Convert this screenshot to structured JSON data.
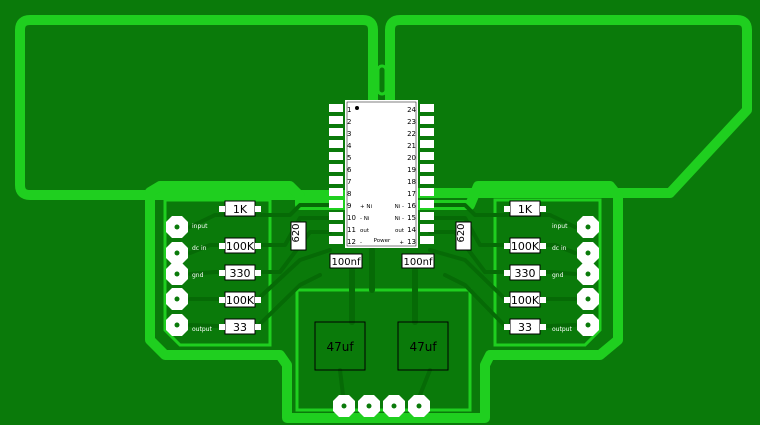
{
  "colors": {
    "board": "#0a7a0a",
    "copper": "#1fcf1f",
    "gap": "#066a06",
    "silk": "#ffffff",
    "ink": "#000000"
  },
  "chip": {
    "left_pins": [
      "1",
      "2",
      "3",
      "4",
      "5",
      "6",
      "7",
      "8",
      "9",
      "10",
      "11",
      "12"
    ],
    "right_pins": [
      "24",
      "23",
      "22",
      "21",
      "20",
      "19",
      "18",
      "17",
      "16",
      "15",
      "14",
      "13"
    ],
    "left_notes": {
      "9": "+ Ni",
      "10": "- Ni",
      "11": "out",
      "12": "-"
    },
    "right_notes": {
      "16": "Ni -",
      "15": "Ni -",
      "14": "out",
      "13": "+"
    },
    "power_label": "Power"
  },
  "left_resistors": [
    "1K",
    "100K",
    "330",
    "100K",
    "33"
  ],
  "right_resistors": [
    "1K",
    "100K",
    "330",
    "100K",
    "33"
  ],
  "pad_labels": [
    "input",
    "dc in",
    "gnd",
    "",
    "output"
  ],
  "left_vertical_resistor": "620",
  "right_vertical_resistor": "620",
  "caps_small": [
    "100nf",
    "100nf"
  ],
  "caps_large": [
    "47uf",
    "47uf"
  ]
}
